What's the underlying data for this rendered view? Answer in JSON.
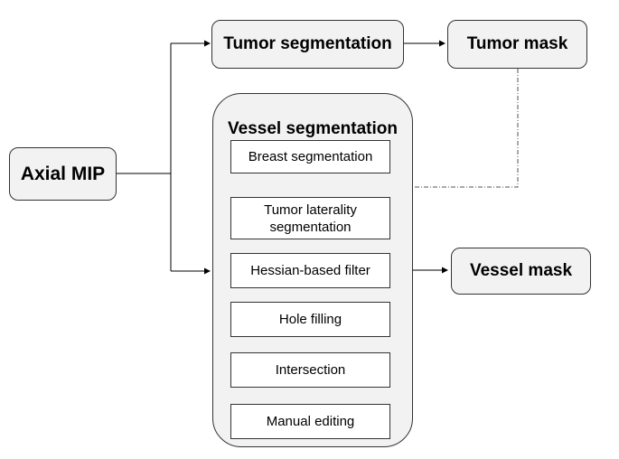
{
  "diagram": {
    "input": "Axial MIP",
    "tumor_segmentation": "Tumor segmentation",
    "tumor_mask": "Tumor mask",
    "vessel_segmentation": {
      "title": "Vessel segmentation",
      "steps": [
        "Breast segmentation",
        "Tumor laterality segmentation",
        "Hessian-based filter",
        "Hole filling",
        "Intersection",
        "Manual editing"
      ]
    },
    "vessel_mask": "Vessel mask",
    "colors": {
      "box_fill": "#f2f2f2",
      "border": "#333333",
      "arrow": "#000000"
    }
  }
}
